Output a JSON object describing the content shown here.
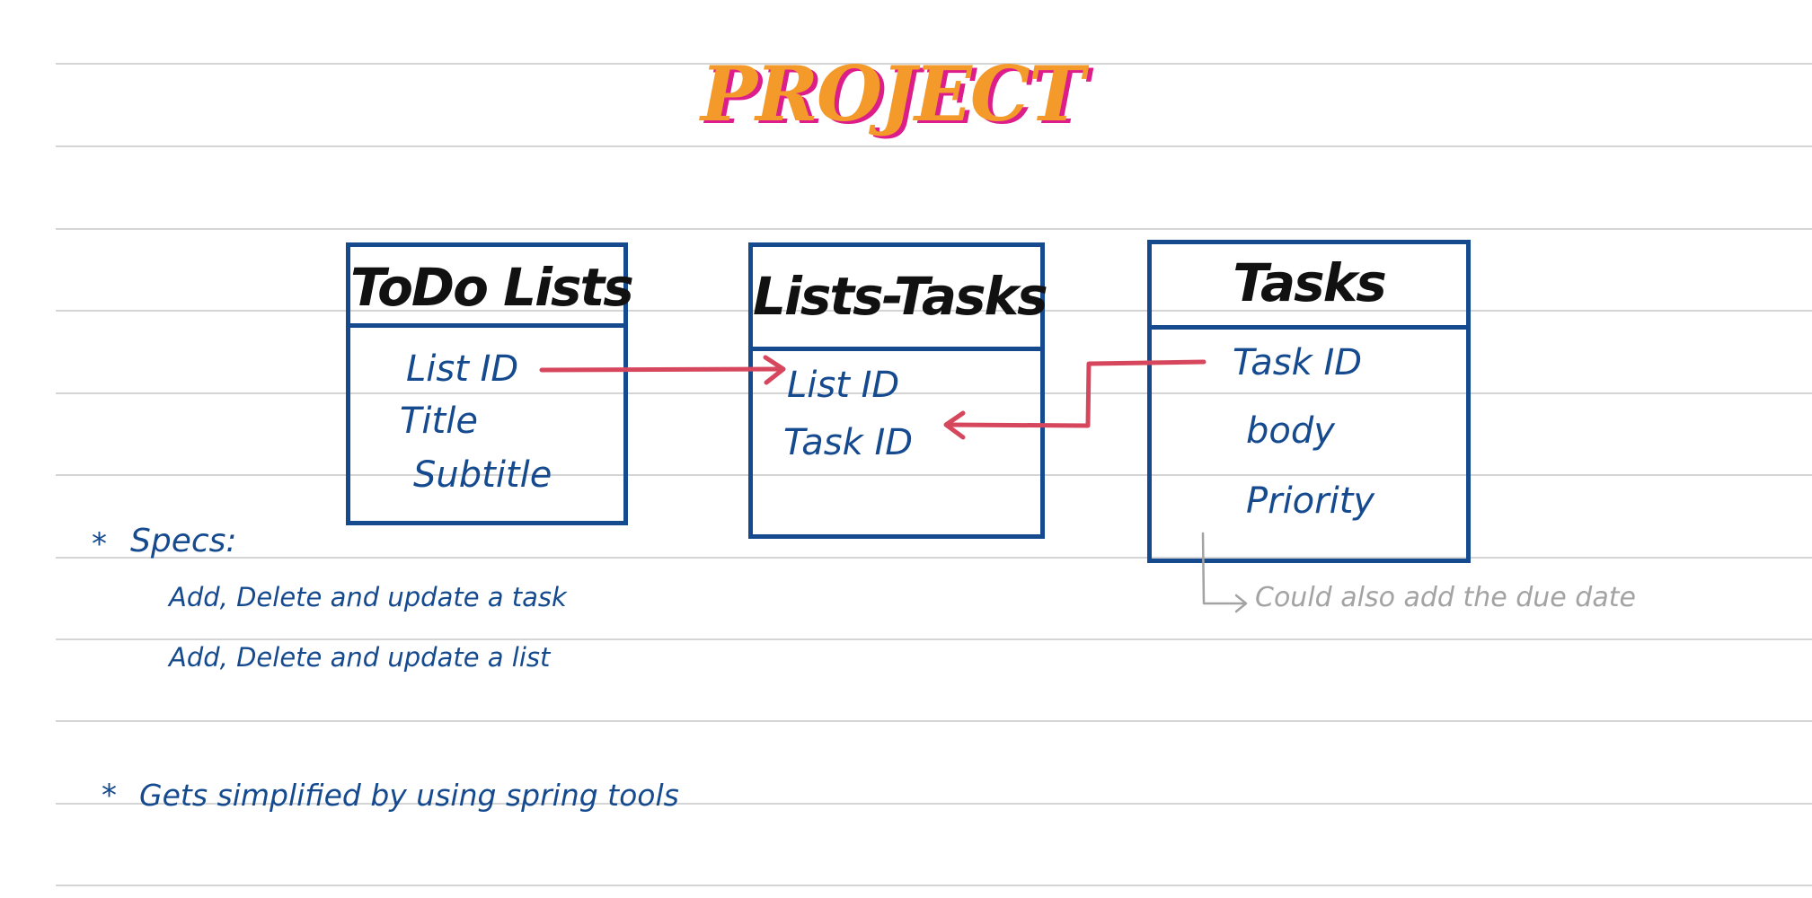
{
  "title": "PROJECT",
  "entities": {
    "todo_lists": {
      "title": "ToDo Lists",
      "fields": [
        "List ID",
        "Title",
        "Subtitle"
      ]
    },
    "lists_tasks": {
      "title": "Lists-Tasks",
      "fields": [
        "List ID",
        "Task ID"
      ]
    },
    "tasks": {
      "title": "Tasks",
      "fields": [
        "Task ID",
        "body",
        "Priority"
      ]
    }
  },
  "notes": {
    "specs_bullet": "*",
    "specs_label": "Specs:",
    "specs_items": [
      "Add, Delete and update a task",
      "Add, Delete and update a list"
    ],
    "spring_bullet": "*",
    "spring_note": "Gets simplified by using spring tools",
    "due_date_note": "Could also add the due date"
  },
  "colors": {
    "ink_blue": "#164a8f",
    "ink_black": "#111111",
    "arrow_red": "#d6475e",
    "title_orange": "#f39a2b",
    "title_magenta": "#dc1d8a",
    "gray_note": "#a3a3a3",
    "rule_line": "#d5d5d5"
  }
}
